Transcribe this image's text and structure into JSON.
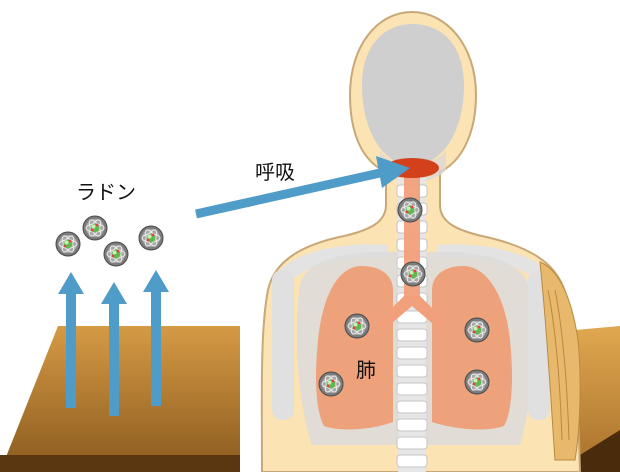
{
  "labels": {
    "radon": "ラドン",
    "breathing": "呼吸",
    "lung": "肺"
  },
  "colors": {
    "ground_top": "#c48a3a",
    "ground_side": "#5a3710",
    "skin": "#fbe3b4",
    "skin_outline": "#c9a877",
    "bone": "#d9d9d9",
    "head_gray": "#cfcfcf",
    "lung": "#eea27c",
    "trachea": "#f2a07c",
    "throat": "#d2401c",
    "arrow_blue": "#4f9cc8",
    "radon_particle": "#7c7c7c"
  },
  "icons": [
    "radon-particle-icon",
    "up-arrow-icon",
    "breath-arrow-icon"
  ]
}
